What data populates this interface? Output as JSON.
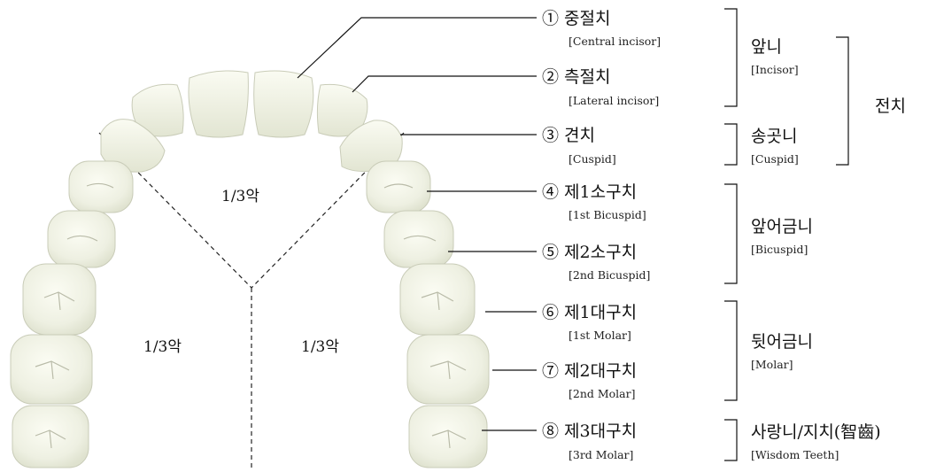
{
  "teeth": [
    {
      "label": "① 중절치",
      "sub": "[Central incisor]"
    },
    {
      "label": "② 측절치",
      "sub": "[Lateral incisor]"
    },
    {
      "label": "③ 견치",
      "sub": "[Cuspid]"
    },
    {
      "label": "④ 제1소구치",
      "sub": "[1st Bicuspid]"
    },
    {
      "label": "⑤ 제2소구치",
      "sub": "[2nd Bicuspid]"
    },
    {
      "label": "⑥ 제1대구치",
      "sub": "[1st Molar]"
    },
    {
      "label": "⑦ 제2대구치",
      "sub": "[2nd Molar]"
    },
    {
      "label": "⑧ 제3대구치",
      "sub": "[3rd Molar]"
    }
  ],
  "groups": [
    {
      "label": "앞니",
      "sub": "[Incisor]"
    },
    {
      "label": "송곳니",
      "sub": "[Cuspid]"
    },
    {
      "label": "앞어금니",
      "sub": "[Bicuspid]"
    },
    {
      "label": "뒷어금니",
      "sub": "[Molar]"
    },
    {
      "label": "사랑니/지치(智齒)",
      "sub": "[Wisdom Teeth]"
    }
  ],
  "anterior": {
    "label": "전치"
  },
  "thirds": {
    "top": "1/3악",
    "left": "1/3악",
    "right": "1/3악"
  },
  "colors": {
    "tooth_fill": "#eceee0",
    "tooth_edge": "#c9ccb8",
    "line": "#111111"
  }
}
